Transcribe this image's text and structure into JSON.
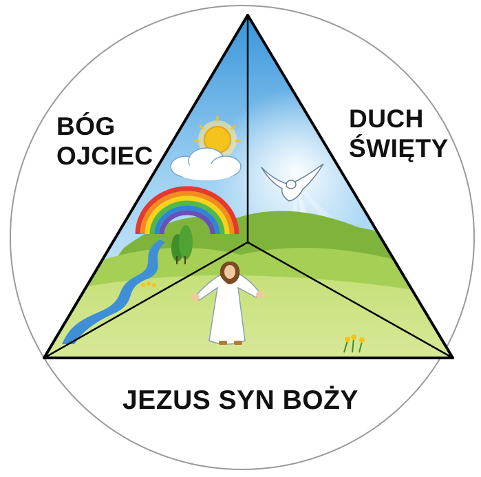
{
  "labels": {
    "father": [
      "BÓG",
      "OJCIEC"
    ],
    "spirit": [
      "DUCH",
      "ŚWIĘTY"
    ],
    "son": "JEZUS SYN BOŻY"
  },
  "colors": {
    "circle_outline": "#9a9a9a",
    "triangle_outline": "#000000",
    "sky": "#8fc7ee",
    "grass": "#b9d86a",
    "hills": "#7fb43c",
    "river": "#3f8fd6",
    "sun": "#f6c21c",
    "robe": "#ffffff",
    "text": "#111111"
  },
  "icons": [
    "sun-icon",
    "cloud-icon",
    "rainbow-icon",
    "dove-icon",
    "jesus-figure",
    "river",
    "flowers"
  ]
}
